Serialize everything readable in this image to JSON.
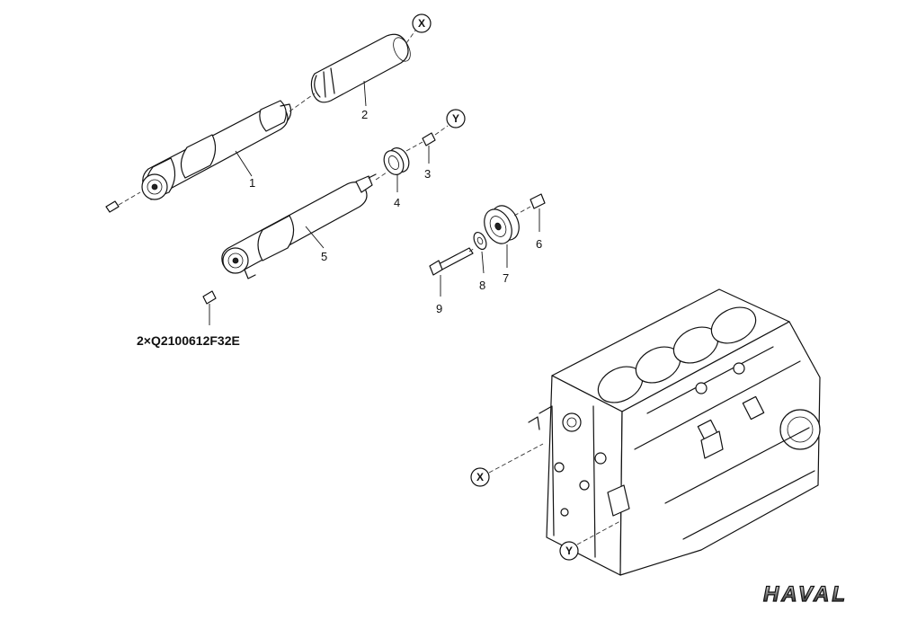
{
  "diagram": {
    "parts": [
      {
        "id": "1",
        "label": "1"
      },
      {
        "id": "2",
        "label": "2"
      },
      {
        "id": "3",
        "label": "3"
      },
      {
        "id": "4",
        "label": "4"
      },
      {
        "id": "5",
        "label": "5"
      },
      {
        "id": "6",
        "label": "6"
      },
      {
        "id": "7",
        "label": "7"
      },
      {
        "id": "8",
        "label": "8"
      },
      {
        "id": "9",
        "label": "9"
      }
    ],
    "bolt_note": "2×Q2100612F32E",
    "references": {
      "x_top": "X",
      "y_top": "Y",
      "x_block": "X",
      "y_block": "Y"
    },
    "brand": "HAVAL"
  }
}
